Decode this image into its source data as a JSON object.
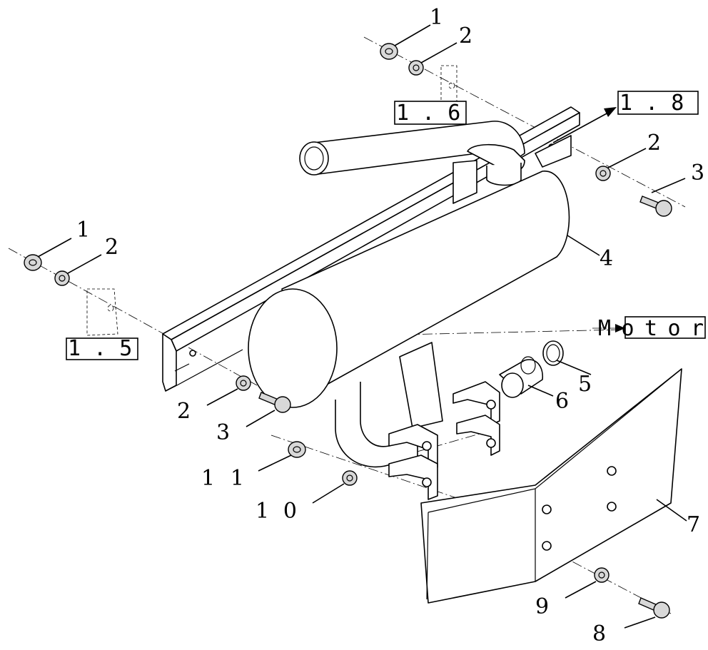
{
  "diagram": {
    "type": "exploded-parts-view",
    "callouts": [
      "1",
      "2",
      "3",
      "4",
      "5",
      "6",
      "7",
      "8",
      "9",
      "1 0",
      "1 1"
    ],
    "references": {
      "ref_top_left": "1 . 6",
      "ref_top_right": "1 . 8",
      "ref_left": "1 . 5",
      "ref_engine": "M o t o r"
    }
  }
}
